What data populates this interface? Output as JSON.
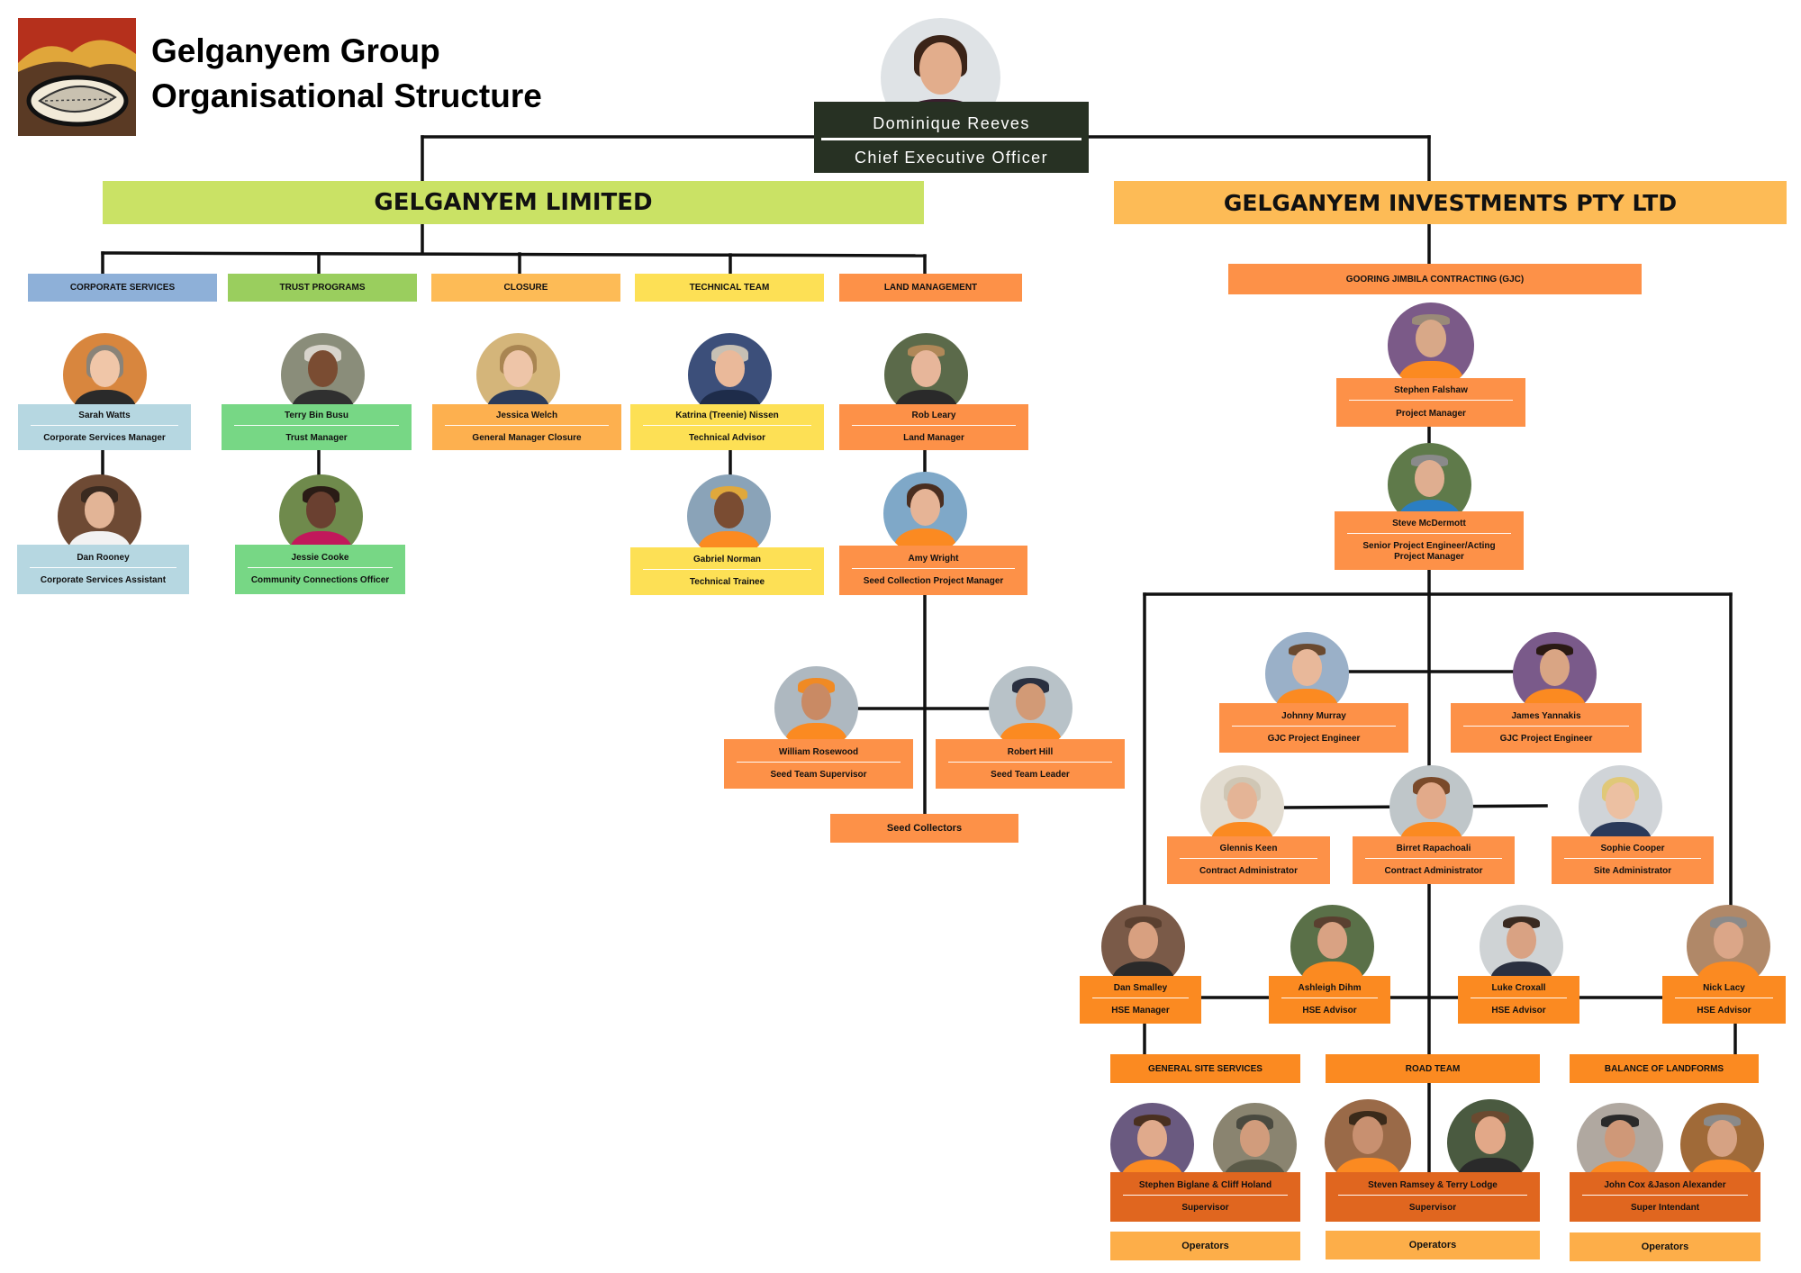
{
  "title": {
    "line1": "Gelganyem Group",
    "line2": "Organisational Structure"
  },
  "ceo": {
    "name": "Dominique Reeves",
    "role": "Chief Executive Officer"
  },
  "banners": {
    "limited": "GELGANYEM LIMITED",
    "investments": "GELGANYEM INVESTMENTS PTY LTD"
  },
  "departments": {
    "corporate": "CORPORATE SERVICES",
    "trust": "TRUST PROGRAMS",
    "closure": "CLOSURE",
    "technical": "TECHNICAL TEAM",
    "land": "LAND MANAGEMENT",
    "gjc": "GOORING JIMBILA CONTRACTING (GJC)",
    "general_site": "GENERAL SITE SERVICES",
    "road": "ROAD TEAM",
    "landforms": "BALANCE OF LANDFORMS"
  },
  "people": {
    "sarah": {
      "name": "Sarah Watts",
      "role": "Corporate Services Manager"
    },
    "dan_r": {
      "name": "Dan Rooney",
      "role": "Corporate Services Assistant"
    },
    "terry": {
      "name": "Terry Bin Busu",
      "role": "Trust Manager"
    },
    "jessie": {
      "name": "Jessie Cooke",
      "role": "Community Connections Officer"
    },
    "jessica": {
      "name": "Jessica Welch",
      "role": "General Manager Closure"
    },
    "katrina": {
      "name": "Katrina (Treenie) Nissen",
      "role": "Technical Advisor"
    },
    "gabriel": {
      "name": "Gabriel Norman",
      "role": "Technical Trainee"
    },
    "rob": {
      "name": "Rob Leary",
      "role": "Land Manager"
    },
    "amy": {
      "name": "Amy Wright",
      "role": "Seed Collection Project Manager"
    },
    "william": {
      "name": "William Rosewood",
      "role": "Seed Team Supervisor"
    },
    "robert": {
      "name": "Robert Hill",
      "role": "Seed Team Leader"
    },
    "stephen_f": {
      "name": "Stephen Falshaw",
      "role": "Project Manager"
    },
    "steve_m": {
      "name": "Steve McDermott",
      "role": "Senior Project Engineer/Acting Project Manager"
    },
    "johnny": {
      "name": "Johnny Murray",
      "role": "GJC Project Engineer"
    },
    "james": {
      "name": "James Yannakis",
      "role": "GJC Project Engineer"
    },
    "glennis": {
      "name": "Glennis Keen",
      "role": "Contract Administrator"
    },
    "birret": {
      "name": "Birret Rapachoali",
      "role": "Contract Administrator"
    },
    "sophie": {
      "name": "Sophie Cooper",
      "role": "Site Administrator"
    },
    "dan_s": {
      "name": "Dan Smalley",
      "role": "HSE Manager"
    },
    "ashleigh": {
      "name": "Ashleigh Dihm",
      "role": "HSE Advisor"
    },
    "luke": {
      "name": "Luke Croxall",
      "role": "HSE Advisor"
    },
    "nick": {
      "name": "Nick Lacy",
      "role": "HSE Advisor"
    },
    "gss_sup": {
      "name": "Stephen Biglane & Cliff Holand",
      "role": "Supervisor"
    },
    "road_sup": {
      "name": "Steven Ramsey & Terry Lodge",
      "role": "Supervisor"
    },
    "bal_sup": {
      "name": "John Cox &Jason Alexander",
      "role": "Super Intendant"
    }
  },
  "seed_collectors": "Seed Collectors",
  "operators": {
    "gss": "Operators",
    "road": "Operators",
    "landforms": "Operators"
  },
  "colors": {
    "ceo_box": "#273123",
    "limited_banner": "#cae265",
    "investments_banner": "#fdbb56",
    "corporate": "#b6d7e1",
    "trust": "#77d785",
    "closure": "#fdb04f",
    "technical": "#fde055",
    "land": "#fd9148",
    "gjc_light": "#fd9b4a",
    "gjc_dark": "#fb8a21",
    "supervisor": "#e0661f",
    "operators": "#fdae49"
  }
}
